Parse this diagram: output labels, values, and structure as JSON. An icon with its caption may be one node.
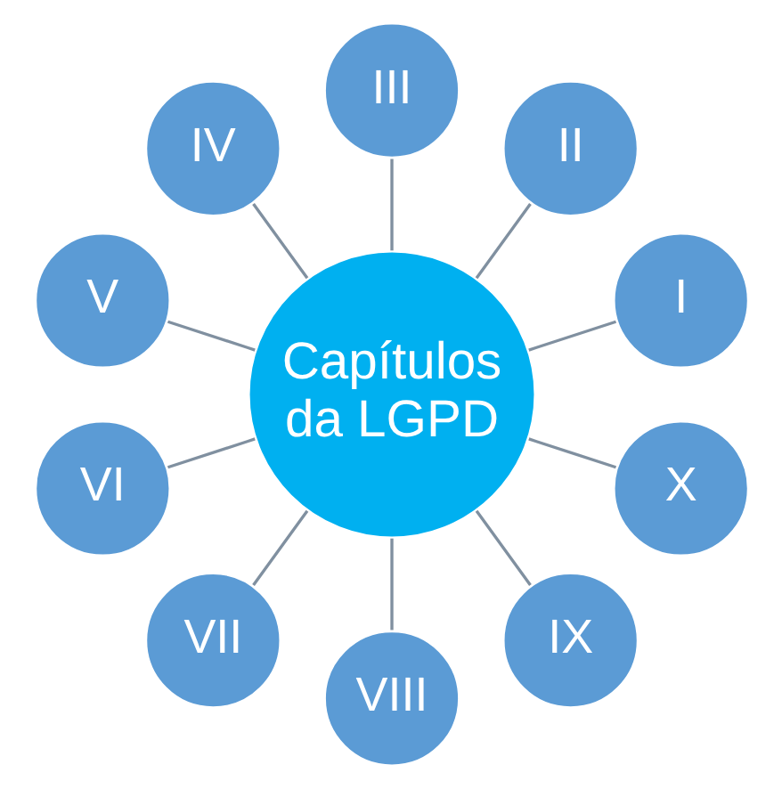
{
  "diagram": {
    "nodes": [
      {
        "text": [
          "Capítulos da LGPD"
        ]
      },
      {
        "text": [
          "I"
        ]
      },
      {
        "text": [
          "II"
        ]
      },
      {
        "text": [
          "III"
        ]
      },
      {
        "text": [
          "IV"
        ]
      },
      {
        "text": [
          "V"
        ]
      },
      {
        "text": [
          "VI"
        ]
      },
      {
        "text": [
          "VII"
        ]
      },
      {
        "text": [
          "VIII"
        ]
      },
      {
        "text": [
          "IX"
        ]
      },
      {
        "text": [
          "X"
        ]
      }
    ],
    "edges": [
      {
        "from": 0,
        "to": 1,
        "arrow": "none"
      },
      {
        "from": 0,
        "to": 2,
        "arrow": "none"
      },
      {
        "from": 0,
        "to": 3,
        "arrow": "none"
      },
      {
        "from": 0,
        "to": 4,
        "arrow": "none"
      },
      {
        "from": 0,
        "to": 5,
        "arrow": "none"
      },
      {
        "from": 0,
        "to": 6,
        "arrow": "none"
      },
      {
        "from": 0,
        "to": 7,
        "arrow": "none"
      },
      {
        "from": 0,
        "to": 8,
        "arrow": "none"
      },
      {
        "from": 0,
        "to": 9,
        "arrow": "none"
      },
      {
        "from": 0,
        "to": 10,
        "arrow": "none"
      }
    ]
  }
}
